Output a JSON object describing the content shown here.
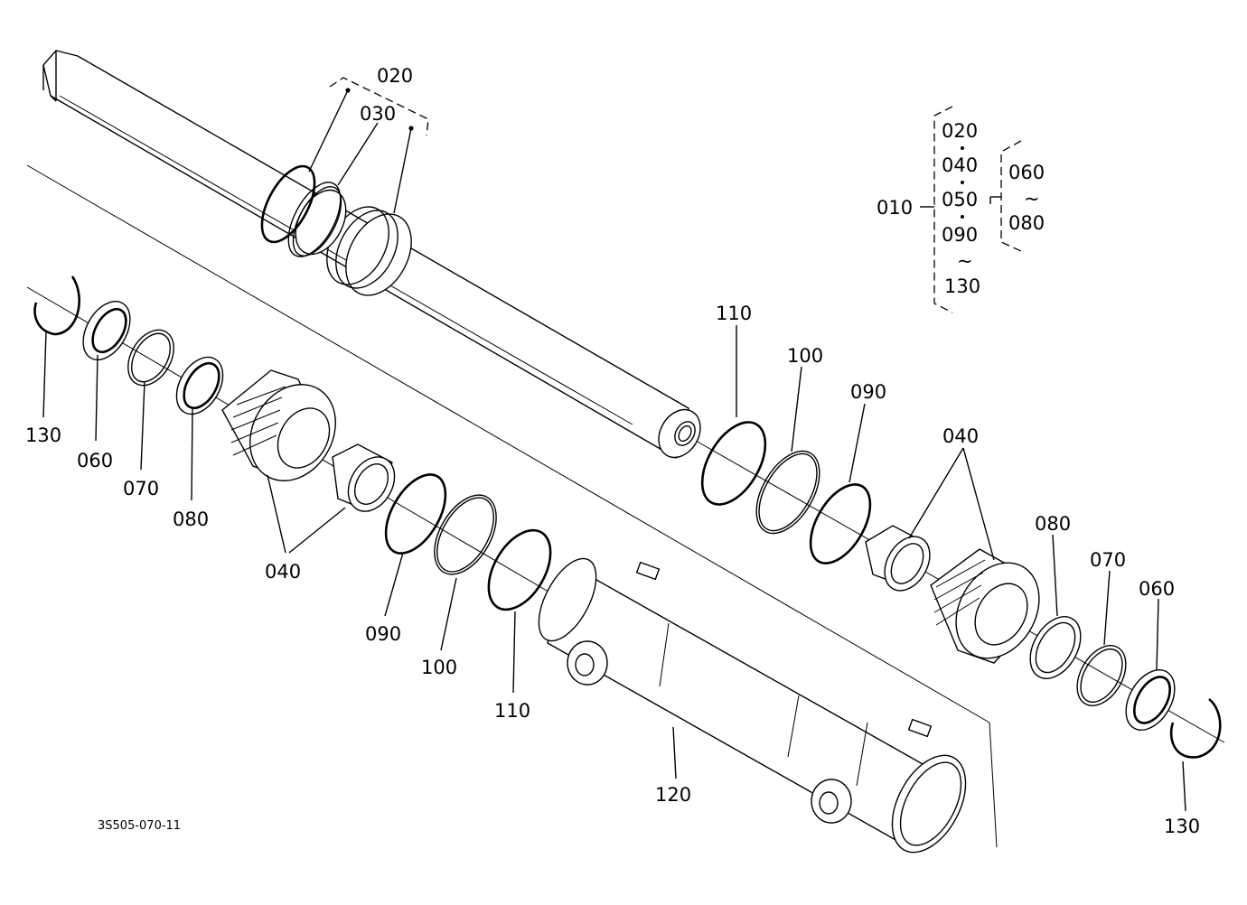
{
  "drawing_code": "3S505-070-11",
  "callouts": {
    "rod_020": "020",
    "rod_030": "030",
    "left_130": "130",
    "left_060": "060",
    "left_070": "070",
    "left_080": "080",
    "left_040": "040",
    "left_090": "090",
    "left_100": "100",
    "left_110": "110",
    "right_110": "110",
    "right_100": "100",
    "right_090": "090",
    "right_040": "040",
    "right_080": "080",
    "right_070": "070",
    "right_060": "060",
    "right_130": "130",
    "tube_120": "120"
  },
  "assembly_legend": {
    "assembly_no": "010",
    "main_parts": [
      "020",
      "040",
      "050",
      "090",
      "130"
    ],
    "range_start": "060",
    "range_end": "080",
    "tilde": "~"
  }
}
